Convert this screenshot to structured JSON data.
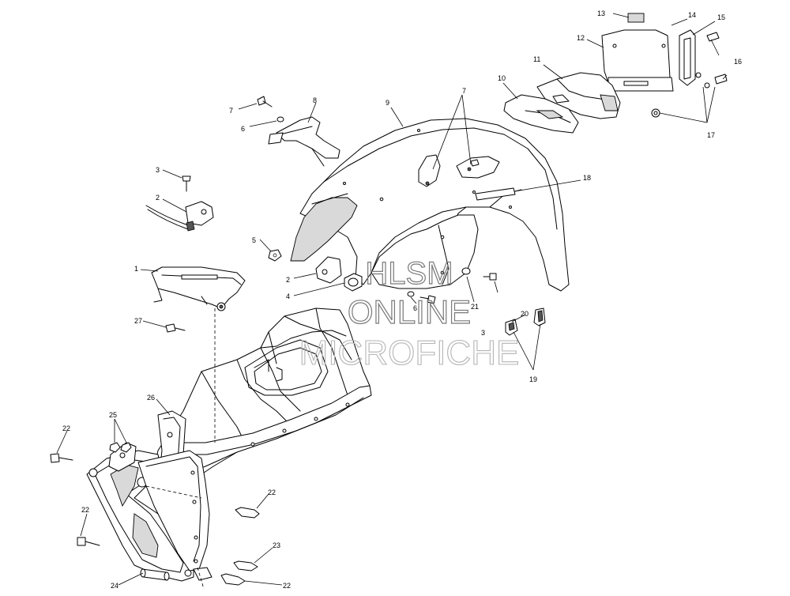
{
  "watermark": {
    "line1": "HLSM",
    "line2": "ONLINE",
    "line3": "MICROFICHE"
  },
  "callouts": [
    {
      "id": "c13",
      "label": "13"
    },
    {
      "id": "c14",
      "label": "14"
    },
    {
      "id": "c15",
      "label": "15"
    },
    {
      "id": "c12",
      "label": "12"
    },
    {
      "id": "c16",
      "label": "16"
    },
    {
      "id": "c11",
      "label": "11"
    },
    {
      "id": "c10",
      "label": "10"
    },
    {
      "id": "c17",
      "label": "17"
    },
    {
      "id": "c7a",
      "label": "7"
    },
    {
      "id": "c8",
      "label": "8"
    },
    {
      "id": "c6a",
      "label": "6"
    },
    {
      "id": "c9",
      "label": "9"
    },
    {
      "id": "c7b",
      "label": "7"
    },
    {
      "id": "c18",
      "label": "18"
    },
    {
      "id": "c3a",
      "label": "3"
    },
    {
      "id": "c2a",
      "label": "2"
    },
    {
      "id": "c5",
      "label": "5"
    },
    {
      "id": "c2b",
      "label": "2"
    },
    {
      "id": "c4",
      "label": "4"
    },
    {
      "id": "c1",
      "label": "1"
    },
    {
      "id": "c21",
      "label": "21"
    },
    {
      "id": "c6b",
      "label": "6"
    },
    {
      "id": "c3b",
      "label": "3"
    },
    {
      "id": "c20",
      "label": "20"
    },
    {
      "id": "c19",
      "label": "19"
    },
    {
      "id": "c27",
      "label": "27"
    },
    {
      "id": "c26",
      "label": "26"
    },
    {
      "id": "c25",
      "label": "25"
    },
    {
      "id": "c22a",
      "label": "22"
    },
    {
      "id": "c22b",
      "label": "22"
    },
    {
      "id": "c22c",
      "label": "22"
    },
    {
      "id": "c23",
      "label": "23"
    },
    {
      "id": "c24",
      "label": "24"
    },
    {
      "id": "c22d",
      "label": "22"
    }
  ]
}
